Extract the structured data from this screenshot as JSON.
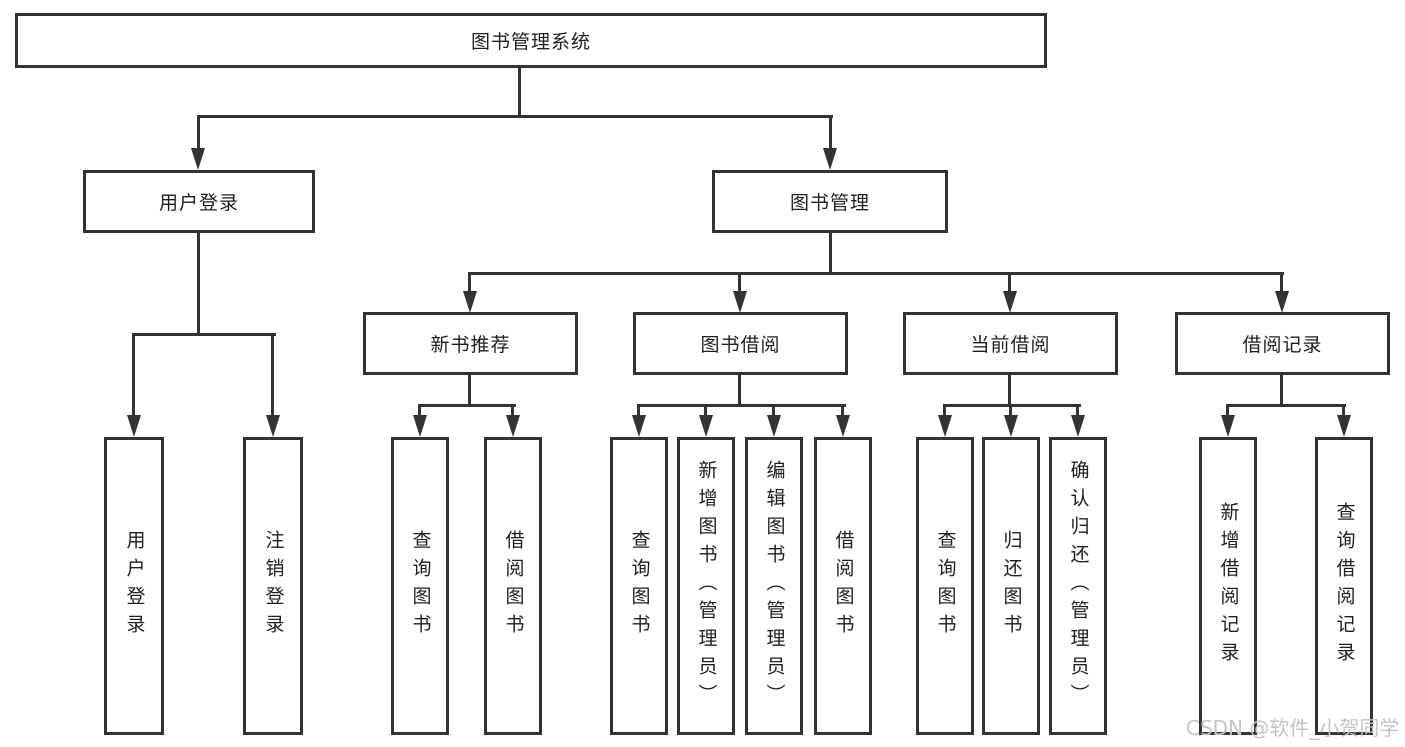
{
  "diagram_title": "图书管理系统",
  "nodes": {
    "root": {
      "label": "图书管理系统"
    },
    "level1": [
      {
        "id": "user-login",
        "label": "用户登录",
        "parent": "图书管理系统"
      },
      {
        "id": "book-management",
        "label": "图书管理",
        "parent": "图书管理系统"
      }
    ],
    "level2": [
      {
        "id": "new-book-recommend",
        "label": "新书推荐",
        "parent": "图书管理"
      },
      {
        "id": "book-borrow",
        "label": "图书借阅",
        "parent": "图书管理"
      },
      {
        "id": "current-borrow",
        "label": "当前借阅",
        "parent": "图书管理"
      },
      {
        "id": "borrow-records",
        "label": "借阅记录",
        "parent": "图书管理"
      }
    ],
    "leaves": [
      {
        "label": "用户登录",
        "parent": "用户登录"
      },
      {
        "label": "注销登录",
        "parent": "用户登录"
      },
      {
        "label": "查询图书",
        "parent": "新书推荐"
      },
      {
        "label": "借阅图书",
        "parent": "新书推荐"
      },
      {
        "label": "查询图书",
        "parent": "图书借阅"
      },
      {
        "label": "新增图书（管理员）",
        "parent": "图书借阅"
      },
      {
        "label": "编辑图书（管理员）",
        "parent": "图书借阅"
      },
      {
        "label": "借阅图书",
        "parent": "图书借阅"
      },
      {
        "label": "查询图书",
        "parent": "当前借阅"
      },
      {
        "label": "归还图书",
        "parent": "当前借阅"
      },
      {
        "label": "确认归还（管理员）",
        "parent": "当前借阅"
      },
      {
        "label": "新增借阅记录",
        "parent": "借阅记录"
      },
      {
        "label": "查询借阅记录",
        "parent": "借阅记录"
      }
    ]
  },
  "watermark": "CSDN @软件_小贺同学",
  "colors": {
    "line": "#333333",
    "box_border": "#333333",
    "box_fill": "#ffffff",
    "text": "#1f1f1f",
    "watermark": "#c6c3c8"
  }
}
